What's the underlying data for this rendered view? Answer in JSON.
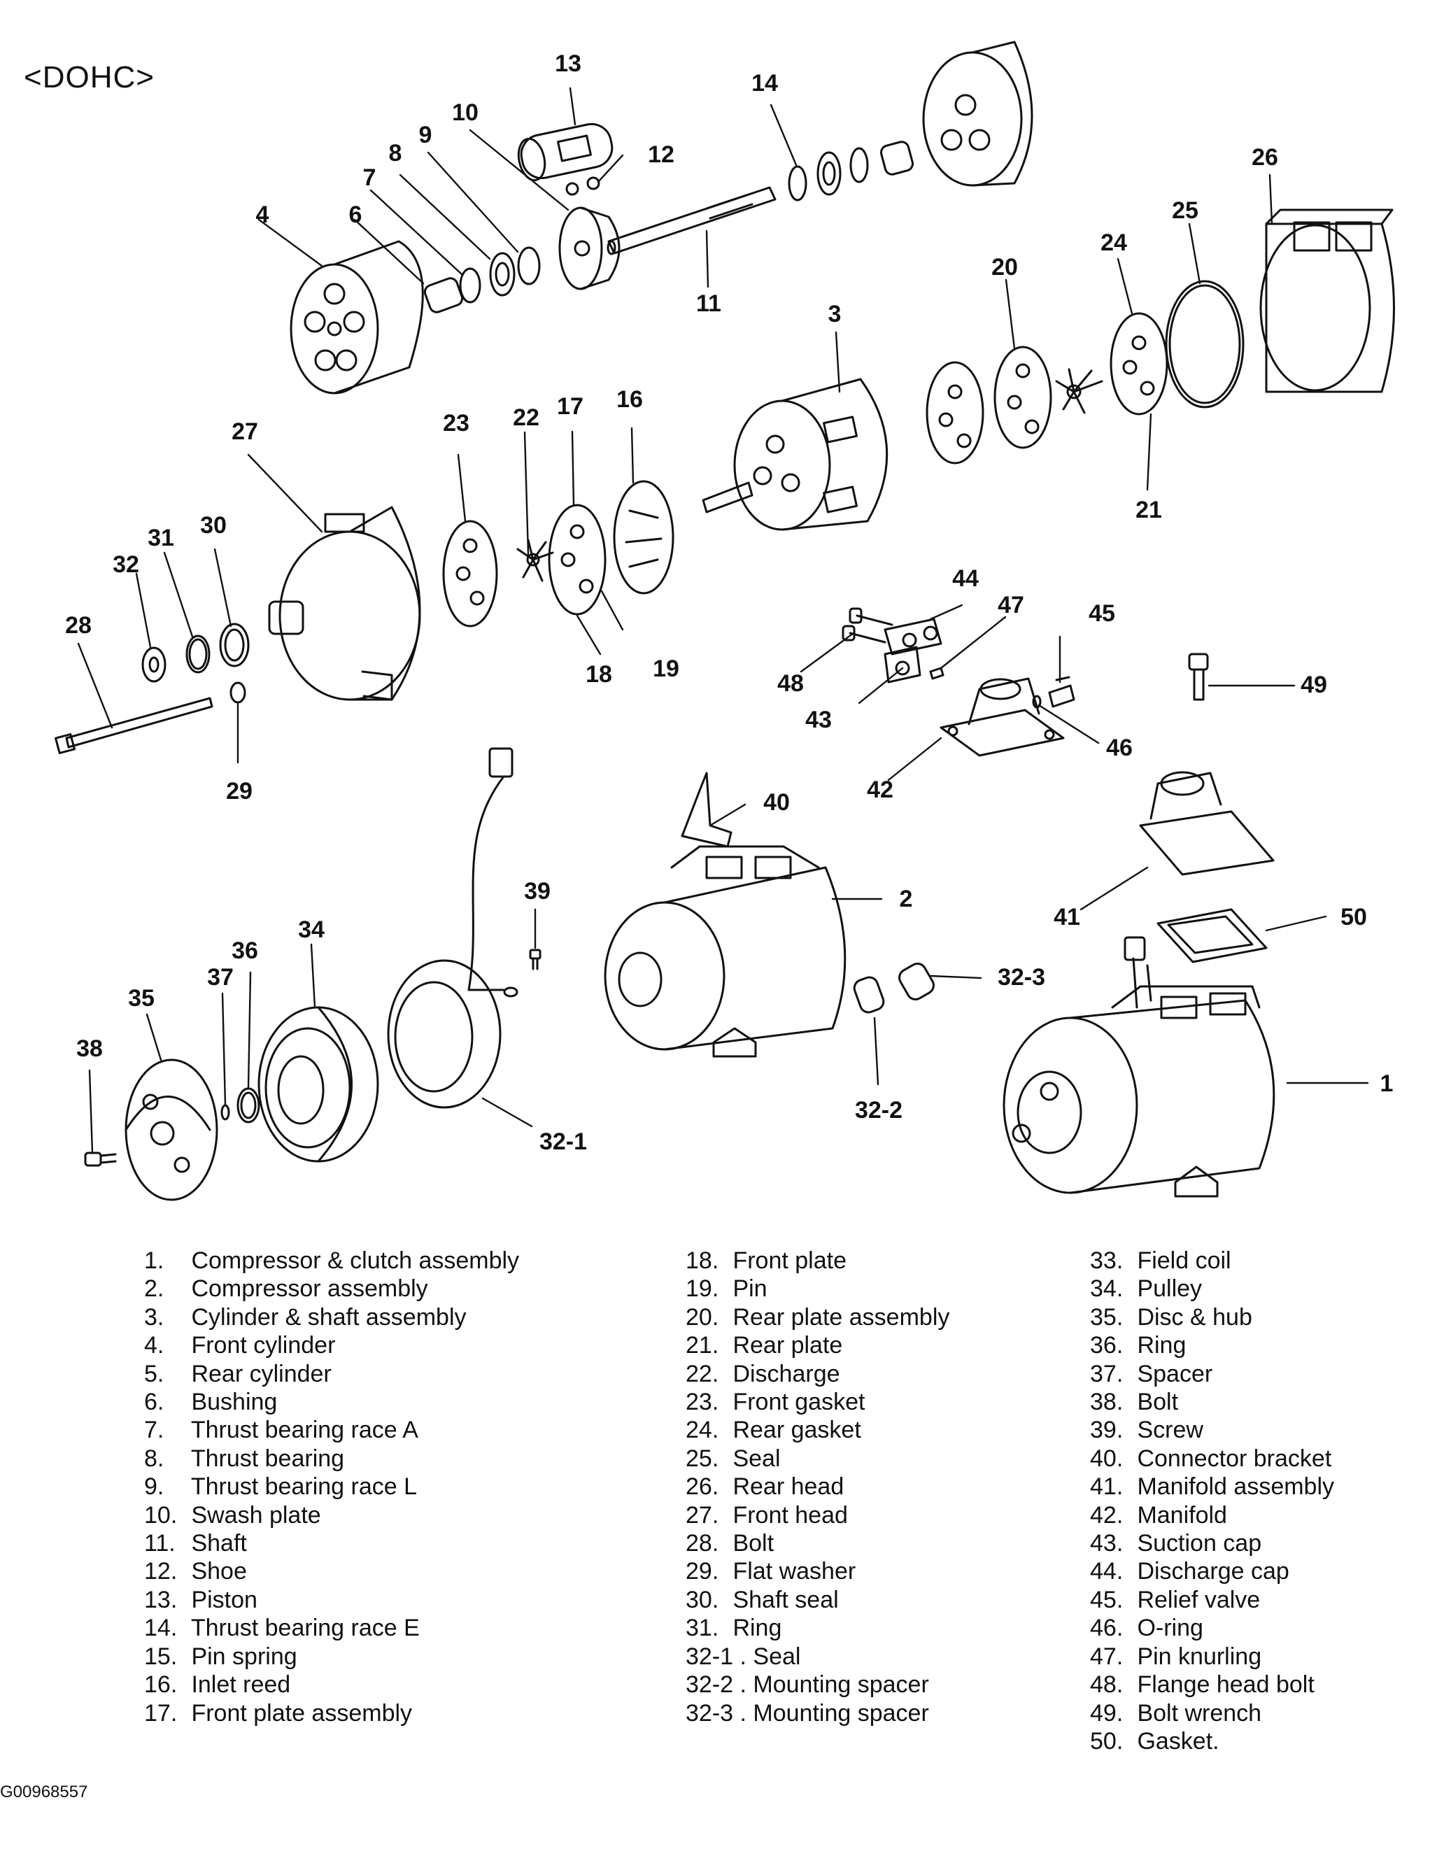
{
  "heading": "<DOHC>",
  "figure_code": "G00968557",
  "callouts": [
    "13",
    "12",
    "14",
    "10",
    "9",
    "8",
    "7",
    "6",
    "4",
    "11",
    "26",
    "25",
    "24",
    "20",
    "3",
    "21",
    "27",
    "23",
    "22",
    "17",
    "16",
    "31",
    "30",
    "32",
    "28",
    "29",
    "18",
    "19",
    "44",
    "47",
    "45",
    "48",
    "43",
    "49",
    "46",
    "42",
    "40",
    "2",
    "39",
    "41",
    "50",
    "36",
    "34",
    "35",
    "37",
    "38",
    "32-3",
    "1",
    "32-1",
    "32-2"
  ],
  "legend": {
    "col1": [
      {
        "n": "1.",
        "t": "Compressor & clutch assembly"
      },
      {
        "n": "2.",
        "t": "Compressor assembly"
      },
      {
        "n": "3.",
        "t": "Cylinder & shaft assembly"
      },
      {
        "n": "4.",
        "t": "Front cylinder"
      },
      {
        "n": "5.",
        "t": "Rear cylinder"
      },
      {
        "n": "6.",
        "t": "Bushing"
      },
      {
        "n": "7.",
        "t": "Thrust bearing race A"
      },
      {
        "n": "8.",
        "t": "Thrust bearing"
      },
      {
        "n": "9.",
        "t": "Thrust bearing race L"
      },
      {
        "n": "10.",
        "t": "Swash plate"
      },
      {
        "n": "11.",
        "t": "Shaft"
      },
      {
        "n": "12.",
        "t": "Shoe"
      },
      {
        "n": "13.",
        "t": "Piston"
      },
      {
        "n": "14.",
        "t": "Thrust bearing race E"
      },
      {
        "n": "15.",
        "t": "Pin spring"
      },
      {
        "n": "16.",
        "t": "Inlet reed"
      },
      {
        "n": "17.",
        "t": "Front plate assembly"
      }
    ],
    "col2": [
      {
        "n": "18.",
        "t": "Front plate"
      },
      {
        "n": "19.",
        "t": "Pin"
      },
      {
        "n": "20.",
        "t": "Rear plate assembly"
      },
      {
        "n": "21.",
        "t": "Rear plate"
      },
      {
        "n": "22.",
        "t": "Discharge"
      },
      {
        "n": "23.",
        "t": "Front gasket"
      },
      {
        "n": "24.",
        "t": "Rear gasket"
      },
      {
        "n": "25.",
        "t": "Seal"
      },
      {
        "n": "26.",
        "t": "Rear head"
      },
      {
        "n": "27.",
        "t": "Front head"
      },
      {
        "n": "28.",
        "t": "Bolt"
      },
      {
        "n": "29.",
        "t": "Flat washer"
      },
      {
        "n": "30.",
        "t": "Shaft seal"
      },
      {
        "n": "31.",
        "t": "Ring"
      },
      {
        "n": "32-1 .",
        "t": "Seal"
      },
      {
        "n": "32-2 .",
        "t": "Mounting spacer"
      },
      {
        "n": "32-3 .",
        "t": "Mounting spacer"
      }
    ],
    "col3": [
      {
        "n": "33.",
        "t": "Field coil"
      },
      {
        "n": "34.",
        "t": "Pulley"
      },
      {
        "n": "35.",
        "t": "Disc & hub"
      },
      {
        "n": "36.",
        "t": "Ring"
      },
      {
        "n": "37.",
        "t": "Spacer"
      },
      {
        "n": "38.",
        "t": "Bolt"
      },
      {
        "n": "39.",
        "t": "Screw"
      },
      {
        "n": "40.",
        "t": "Connector bracket"
      },
      {
        "n": "41.",
        "t": "Manifold assembly"
      },
      {
        "n": "42.",
        "t": "Manifold"
      },
      {
        "n": "43.",
        "t": "Suction cap"
      },
      {
        "n": "44.",
        "t": "Discharge cap"
      },
      {
        "n": "45.",
        "t": "Relief valve"
      },
      {
        "n": "46.",
        "t": "O-ring"
      },
      {
        "n": "47.",
        "t": "Pin knurling"
      },
      {
        "n": "48.",
        "t": "Flange head bolt"
      },
      {
        "n": "49.",
        "t": "Bolt wrench"
      },
      {
        "n": "50.",
        "t": "Gasket."
      }
    ]
  }
}
